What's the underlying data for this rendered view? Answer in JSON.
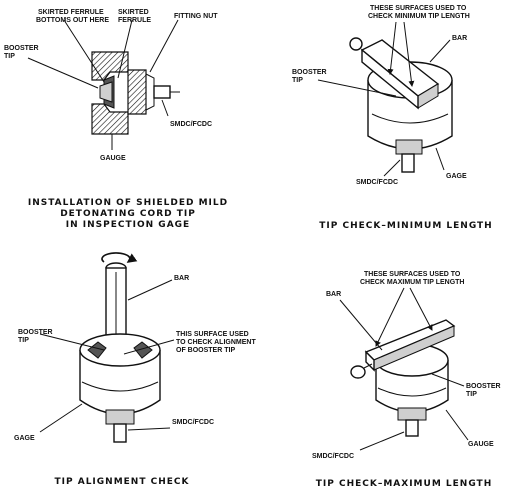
{
  "panels": {
    "installation": {
      "caption_lines": [
        "INSTALLATION OF SHIELDED MILD",
        "DETONATING CORD TIP",
        "IN INSPECTION GAGE"
      ],
      "labels": {
        "skirted_ferrule_bottoms": [
          "SKIRTED FERRULE",
          "BOTTOMS OUT HERE"
        ],
        "skirted_ferrule": [
          "SKIRTED",
          "FERRULE"
        ],
        "fitting_nut": "FITTING NUT",
        "booster_tip": [
          "BOOSTER",
          "TIP"
        ],
        "smdc_fcdc": "SMDC/FCDC",
        "gauge": "GAUGE"
      }
    },
    "min_length": {
      "caption": "TIP CHECK–MINIMUM LENGTH",
      "labels": {
        "surfaces": [
          "THESE SURFACES USED TO",
          "CHECK MINIMUM TIP LENGTH"
        ],
        "bar": "BAR",
        "booster_tip": [
          "BOOSTER",
          "TIP"
        ],
        "smdc_fcdc": "SMDC/FCDC",
        "gage": "GAGE"
      }
    },
    "alignment": {
      "caption": "TIP ALIGNMENT CHECK",
      "labels": {
        "bar": "BAR",
        "booster_tip": [
          "BOOSTER",
          "TIP"
        ],
        "surface": [
          "THIS SURFACE USED",
          "TO CHECK ALIGNMENT",
          "OF BOOSTER TIP"
        ],
        "smdc_fcdc": "SMDC/FCDC",
        "gage": "GAGE"
      }
    },
    "max_length": {
      "caption": "TIP CHECK–MAXIMUM LENGTH",
      "labels": {
        "surfaces": [
          "THESE SURFACES USED TO",
          "CHECK MAXIMUM TIP LENGTH"
        ],
        "bar": "BAR",
        "booster_tip": [
          "BOOSTER",
          "TIP"
        ],
        "smdc_fcdc": "SMDC/FCDC",
        "gauge": "GAUGE"
      }
    }
  }
}
